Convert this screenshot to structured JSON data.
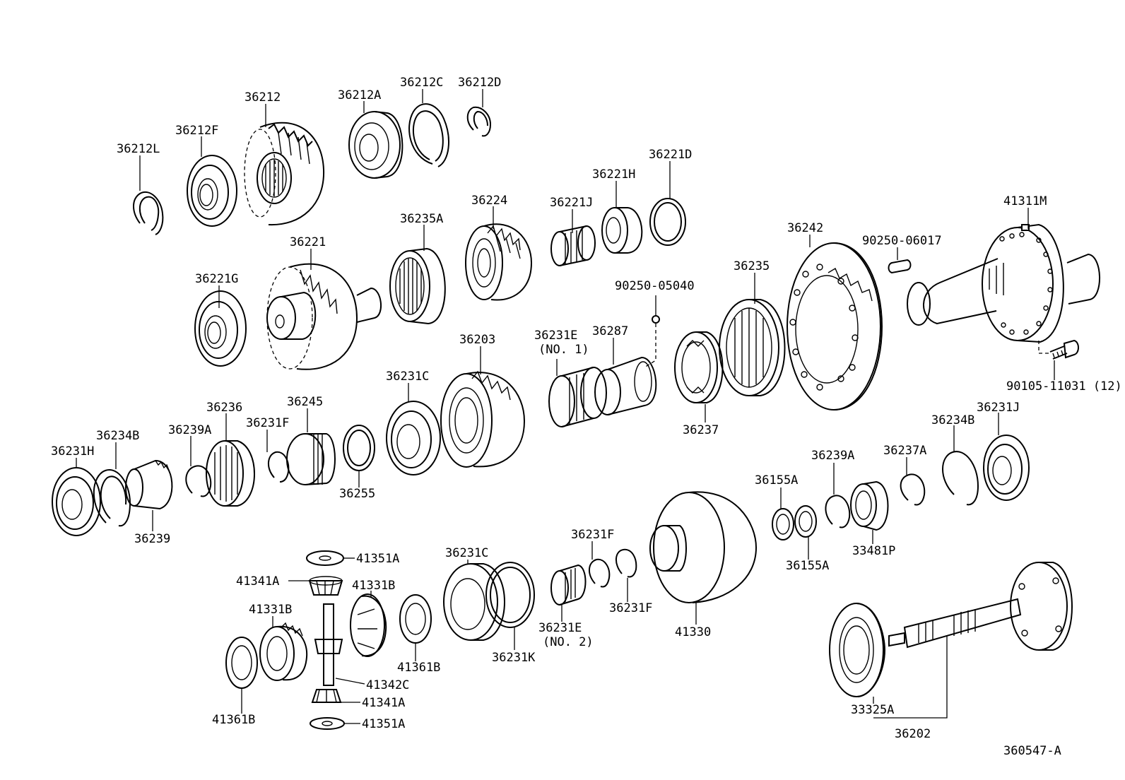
{
  "diagram": {
    "drawing_code": "360547-A",
    "parts": [
      {
        "id": "p0",
        "label": "36212L"
      },
      {
        "id": "p1",
        "label": "36212F"
      },
      {
        "id": "p2",
        "label": "36212"
      },
      {
        "id": "p3",
        "label": "36212A"
      },
      {
        "id": "p4",
        "label": "36212C"
      },
      {
        "id": "p5",
        "label": "36212D"
      },
      {
        "id": "p6",
        "label": "36221D"
      },
      {
        "id": "p7",
        "label": "36221H"
      },
      {
        "id": "p8",
        "label": "36221J"
      },
      {
        "id": "p9",
        "label": "36224"
      },
      {
        "id": "p10",
        "label": "36235A"
      },
      {
        "id": "p11",
        "label": "36221"
      },
      {
        "id": "p12",
        "label": "36221G"
      },
      {
        "id": "p13",
        "label": "41311M"
      },
      {
        "id": "p14",
        "label": "90250-06017"
      },
      {
        "id": "p15",
        "label": "36242"
      },
      {
        "id": "p16",
        "label": "36235"
      },
      {
        "id": "p17",
        "label": "90250-05040"
      },
      {
        "id": "p18",
        "label": "36287"
      },
      {
        "id": "p19",
        "label": "36231E"
      },
      {
        "id": "p20",
        "label": "(NO. 1)"
      },
      {
        "id": "p21",
        "label": "36203"
      },
      {
        "id": "p22",
        "label": "36231C"
      },
      {
        "id": "p23",
        "label": "90105-11031 (12)"
      },
      {
        "id": "p24",
        "label": "36237"
      },
      {
        "id": "p25",
        "label": "36231J"
      },
      {
        "id": "p26",
        "label": "36234B"
      },
      {
        "id": "p27",
        "label": "36239A"
      },
      {
        "id": "p28",
        "label": "36237A"
      },
      {
        "id": "p29",
        "label": "36155A"
      },
      {
        "id": "p30",
        "label": "33481P"
      },
      {
        "id": "p31",
        "label": "36155A"
      },
      {
        "id": "p32",
        "label": "36236"
      },
      {
        "id": "p33",
        "label": "36245"
      },
      {
        "id": "p34",
        "label": "36234B"
      },
      {
        "id": "p35",
        "label": "36239A"
      },
      {
        "id": "p36",
        "label": "36231F"
      },
      {
        "id": "p37",
        "label": "36231H"
      },
      {
        "id": "p38",
        "label": "36255"
      },
      {
        "id": "p39",
        "label": "36239"
      },
      {
        "id": "p40",
        "label": "41351A"
      },
      {
        "id": "p41",
        "label": "41341A"
      },
      {
        "id": "p42",
        "label": "41331B"
      },
      {
        "id": "p43",
        "label": "41331B"
      },
      {
        "id": "p44",
        "label": "41361B"
      },
      {
        "id": "p45",
        "label": "41342C"
      },
      {
        "id": "p46",
        "label": "41341A"
      },
      {
        "id": "p47",
        "label": "41351A"
      },
      {
        "id": "p48",
        "label": "41361B"
      },
      {
        "id": "p49",
        "label": "36231C"
      },
      {
        "id": "p50",
        "label": "36231K"
      },
      {
        "id": "p51",
        "label": "36231F"
      },
      {
        "id": "p52",
        "label": "36231E"
      },
      {
        "id": "p53",
        "label": "(NO. 2)"
      },
      {
        "id": "p54",
        "label": "36231F"
      },
      {
        "id": "p55",
        "label": "41330"
      },
      {
        "id": "p56",
        "label": "33325A"
      },
      {
        "id": "p57",
        "label": "36202"
      }
    ]
  }
}
